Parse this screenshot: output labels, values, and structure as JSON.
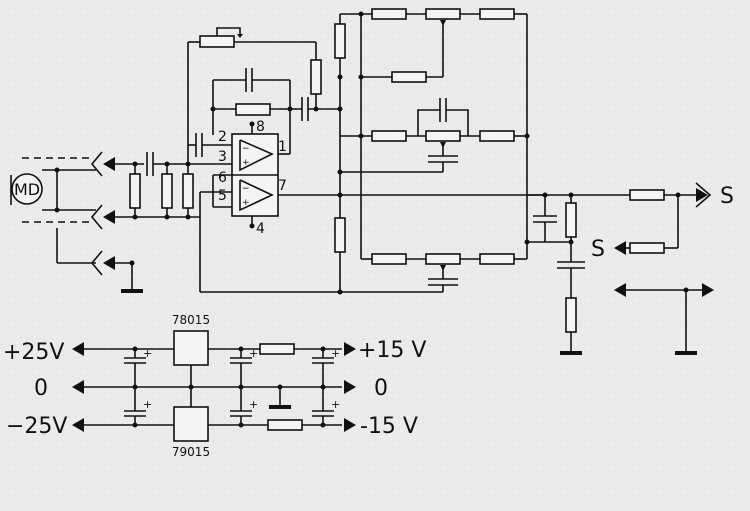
{
  "diagram": {
    "colors": {
      "ink": "#111111",
      "background": "#eaecea"
    },
    "amplifier": {
      "mic_label": "MD",
      "opamp_pins": [
        "2",
        "3",
        "6",
        "5",
        "1",
        "7",
        "8",
        "4"
      ],
      "output_labels": [
        "S",
        "S"
      ]
    },
    "power_supply": {
      "regulator_positive": "78015",
      "regulator_negative": "79015",
      "input_labels": [
        "+25V",
        "0",
        "−25V"
      ],
      "output_labels": [
        "+15 V",
        "0",
        "-15 V"
      ],
      "polarity_mark": "+"
    }
  }
}
